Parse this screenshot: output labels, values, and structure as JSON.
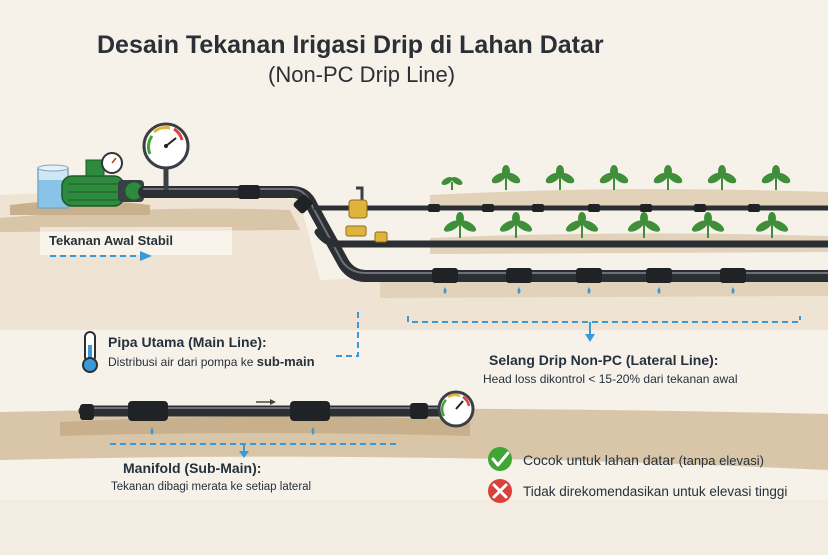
{
  "title": "Desain Tekanan Irigasi Drip di Lahan Datar",
  "subtitle": "(Non-PC Drip Line)",
  "labels": {
    "pressure_start": "Tekanan Awal Stabil",
    "main_line_title": "Pipa Utama (Main Line):",
    "main_line_desc": "Distribusi air dari pompa ke ",
    "main_line_desc_bold": "sub-main",
    "lateral_title": "Selang Drip Non-PC (Lateral Line):",
    "lateral_desc": "Head loss dikontrol < 15-20% dari tekanan awal",
    "manifold_title": "Manifold (Sub-Main):",
    "manifold_desc": "Tekanan dibagi merata ke setiap lateral"
  },
  "notes": {
    "suitable": "Cocok untuk lahan datar",
    "suitable_note": "(tanpa elevasi)",
    "not_recommended": "Tidak direkomendasikan untuk elevasi tinggi"
  },
  "icons": {
    "pump": "water-pump-icon",
    "gauge": "pressure-gauge-icon",
    "thermometer": "thermometer-icon",
    "check": "check-circle-icon",
    "cross": "cross-circle-icon"
  },
  "colors": {
    "pipe": "#2b2f33",
    "pump_green": "#2e8b3e",
    "flow_arrow": "#3a9ad9",
    "check_green": "#3fa535",
    "cross_red": "#d9413a",
    "valve_yellow": "#e0b43a",
    "soil": "#d9c6a8"
  }
}
